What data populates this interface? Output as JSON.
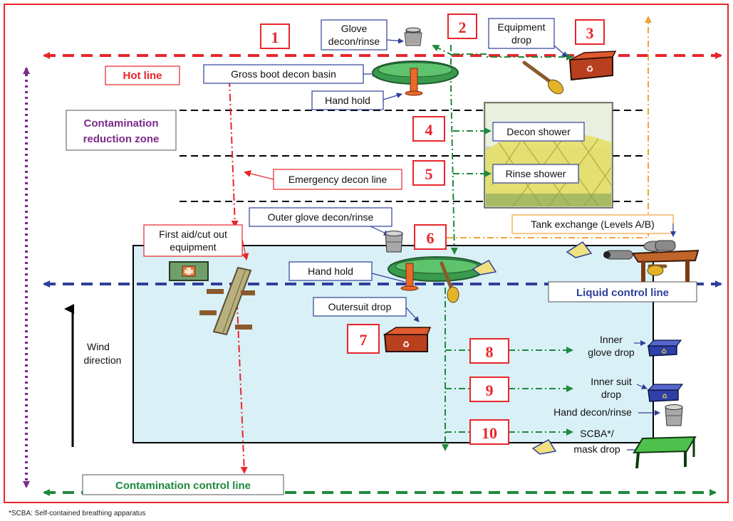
{
  "labels": {
    "glove_decon_1": "Glove",
    "glove_decon_2": "decon/rinse",
    "equipment_drop_1": "Equipment",
    "equipment_drop_2": "drop",
    "hot_line": "Hot line",
    "gross_boot": "Gross boot decon basin",
    "hand_hold_top": "Hand hold",
    "crz_1": "Contamination",
    "crz_2": "reduction zone",
    "decon_shower": "Decon shower",
    "rinse_shower": "Rinse shower",
    "emergency_decon": "Emergency decon line",
    "outer_glove": "Outer glove decon/rinse",
    "first_aid_1": "First aid/cut out",
    "first_aid_2": "equipment",
    "tank_exchange": "Tank exchange (Levels A/B)",
    "hand_hold_mid": "Hand hold",
    "liquid_control": "Liquid control line",
    "outersuit_drop": "Outersuit drop",
    "wind_1": "Wind",
    "wind_2": "direction",
    "inner_glove_1": "Inner",
    "inner_glove_2": "glove drop",
    "inner_suit_1": "Inner suit",
    "inner_suit_2": "drop",
    "hand_decon": "Hand decon/rinse",
    "scba_1": "SCBA*/",
    "scba_2": "mask drop",
    "contamination_control": "Contamination control line",
    "footnote": "*SCBA: Self-contained breathing apparatus"
  },
  "steps": [
    "1",
    "2",
    "3",
    "4",
    "5",
    "6",
    "7",
    "8",
    "9",
    "10"
  ],
  "colors": {
    "frame": "#e8262b",
    "hot_line": "#e8262b",
    "liquid_line": "#2f3f99",
    "contamination_line": "#1e8a3c",
    "zone_boundary": "#7b2a8a",
    "flow": "#1e8a3c",
    "emergency": "#e8262b",
    "tank_route": "#f2a23a",
    "support_zone_fill": "#d9f0f7",
    "callout_border": "#2f3f99"
  },
  "icons": [
    "bucket-icon",
    "brush-icon",
    "recycle-bin-icon",
    "basin-icon",
    "stretcher-icon",
    "first-aid-kit-icon",
    "table-icon",
    "tank-icon",
    "shower-tent-icon"
  ]
}
